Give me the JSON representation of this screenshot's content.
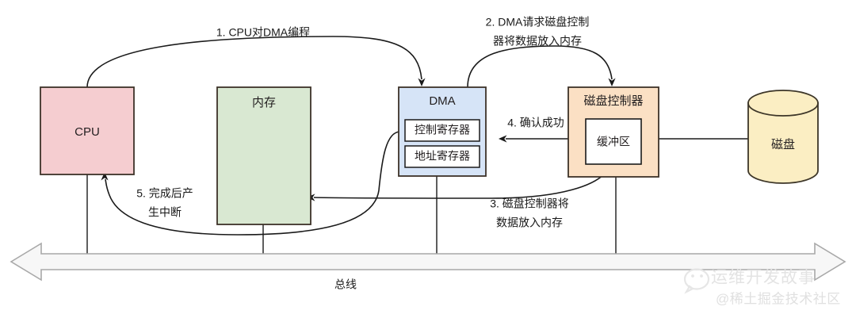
{
  "diagram": {
    "title_alt": "DMA data transfer flow diagram",
    "nodes": {
      "cpu": {
        "label": "CPU",
        "color": "#f5cdd0",
        "border": "#3d2b2b"
      },
      "memory": {
        "label": "内存",
        "color": "#d9e8d2",
        "border": "#2f3f2c"
      },
      "dma": {
        "label": "DMA",
        "color": "#d6e4f7",
        "border": "#26344a",
        "registers": [
          {
            "label": "控制寄存器"
          },
          {
            "label": "地址寄存器"
          }
        ]
      },
      "disk_controller": {
        "label": "磁盘控制器",
        "color": "#fbe0c4",
        "border": "#4a3620",
        "buffer": {
          "label": "缓冲区",
          "color": "#ffffff"
        }
      },
      "disk": {
        "label": "磁盘",
        "color": "#fbeec3",
        "border": "#3d3628"
      }
    },
    "steps": [
      {
        "id": "step1",
        "lines": [
          "1. CPU对DMA编程"
        ]
      },
      {
        "id": "step2",
        "lines": [
          "2. DMA请求磁盘控制",
          "器将数据放入内存"
        ]
      },
      {
        "id": "step3",
        "lines": [
          "3. 磁盘控制器将",
          "数据放入内存"
        ]
      },
      {
        "id": "step4",
        "lines": [
          "4. 确认成功"
        ]
      },
      {
        "id": "step5",
        "lines": [
          "5. 完成后产",
          "生中断"
        ]
      }
    ],
    "bus": {
      "label": "总线",
      "fill": "#f7f7f7",
      "border": "#a8a8a8"
    }
  },
  "watermark": {
    "main": "运维开发故事",
    "sub": "@稀土掘金技术社区",
    "icon": "wechat-icon"
  }
}
